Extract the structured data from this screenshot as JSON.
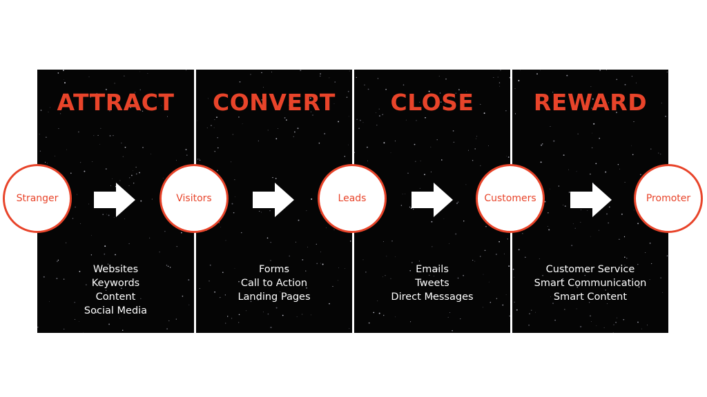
{
  "colors": {
    "accent": "#e8442a",
    "panel": "#050505",
    "text": "#ffffff"
  },
  "stages": [
    {
      "title": "ATTRACT",
      "activities": [
        "Websites",
        "Keywords",
        "Content",
        "Social Media"
      ]
    },
    {
      "title": "CONVERT",
      "activities": [
        "Forms",
        "Call to Action",
        "Landing Pages"
      ]
    },
    {
      "title": "CLOSE",
      "activities": [
        "Emails",
        "Tweets",
        "Direct Messages"
      ]
    },
    {
      "title": "REWARD",
      "activities": [
        "Customer Service",
        "Smart Communication",
        "Smart Content"
      ]
    }
  ],
  "nodes": [
    "Stranger",
    "Visitors",
    "Leads",
    "Customers",
    "Promoter"
  ],
  "arrow_icon": "right-arrow-icon"
}
